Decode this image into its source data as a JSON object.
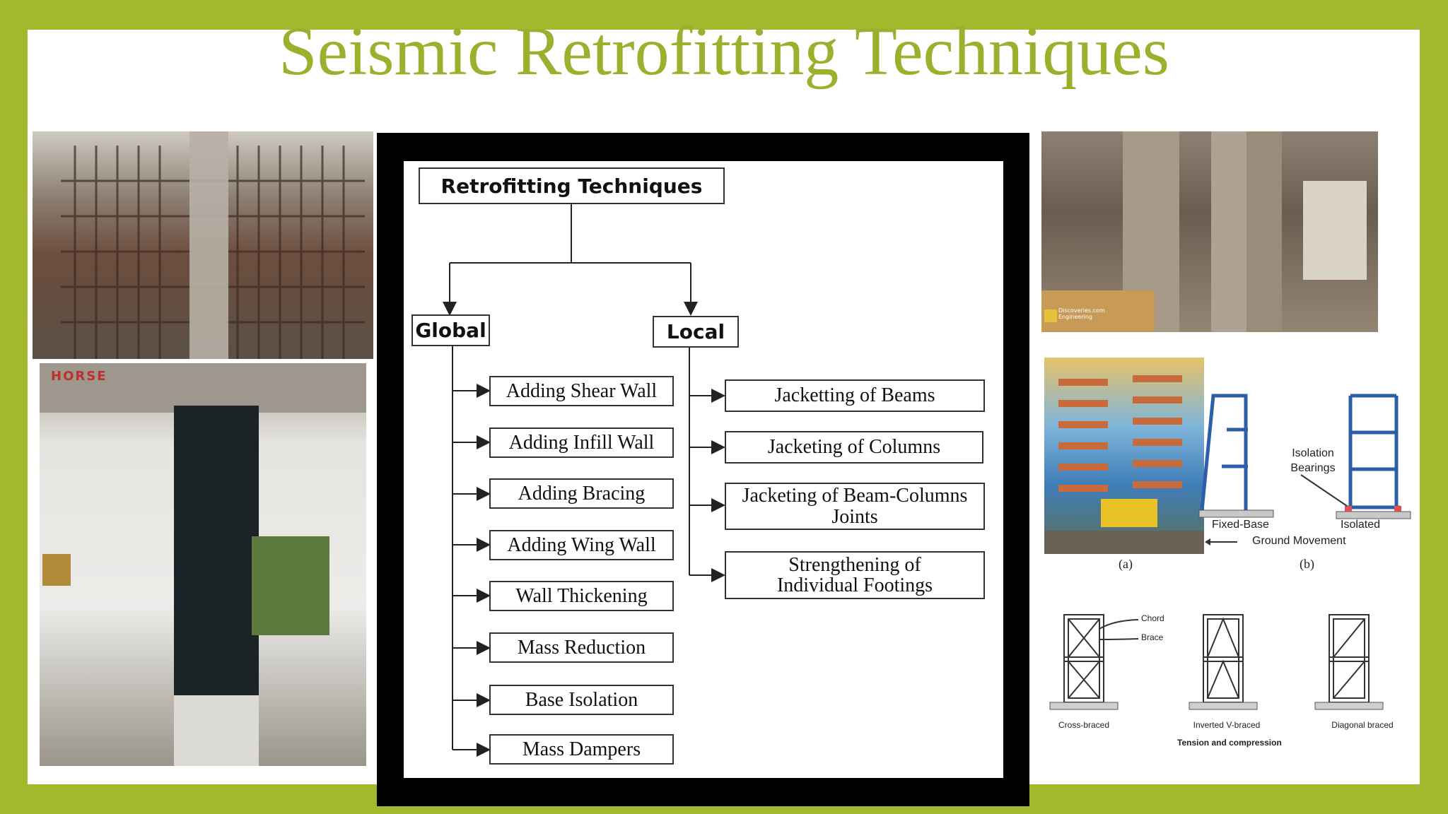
{
  "slide": {
    "title": "Seismic Retrofitting Techniques"
  },
  "photos": {
    "brand_logo": "HORSE",
    "watermark_line1": "Discoveries.com",
    "watermark_line2": "Engineering"
  },
  "diagram": {
    "root": "Retrofitting Techniques",
    "global": {
      "label": "Global",
      "items": [
        "Adding Shear Wall",
        "Adding Infill Wall",
        "Adding Bracing",
        "Adding Wing Wall",
        "Wall Thickening",
        "Mass Reduction",
        "Base Isolation",
        "Mass Dampers"
      ]
    },
    "local": {
      "label": "Local",
      "items": [
        "Jacketting of Beams",
        "Jacketing of Columns",
        "Jacketing of Beam-Columns Joints",
        "Strengthening of Individual Footings"
      ]
    }
  },
  "base_isolation_figure": {
    "isolation_label": "Isolation Bearings",
    "fixed_base_label": "Fixed-Base",
    "isolated_label": "Isolated",
    "ground_label": "Ground Movement",
    "caption_a": "(a)",
    "caption_b": "(b)"
  },
  "bracing_figure": {
    "chord_label": "Chord",
    "brace_label": "Brace",
    "types": [
      "Cross-braced",
      "Inverted V-braced",
      "Diagonal braced"
    ],
    "subtitle": "Tension and compression"
  },
  "colors": {
    "border": "#a3b82c",
    "title": "#9bb12e"
  }
}
